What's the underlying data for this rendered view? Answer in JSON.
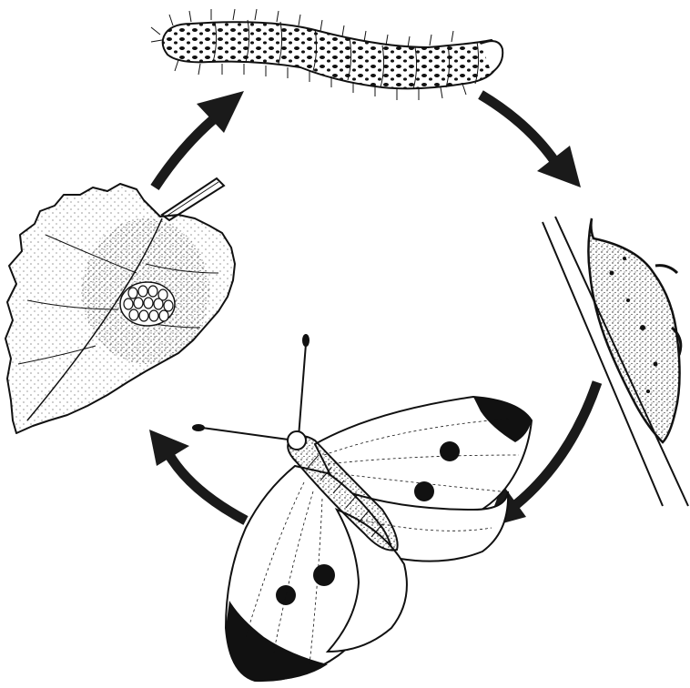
{
  "diagram": {
    "stages": [
      {
        "id": "eggs",
        "icon": "leaf-with-eggs-icon"
      },
      {
        "id": "caterpillar",
        "icon": "caterpillar-icon"
      },
      {
        "id": "chrysalis",
        "icon": "chrysalis-icon"
      },
      {
        "id": "butterfly",
        "icon": "butterfly-icon"
      }
    ],
    "arrow_color": "#1a1a1a",
    "ink_color": "#111111"
  }
}
